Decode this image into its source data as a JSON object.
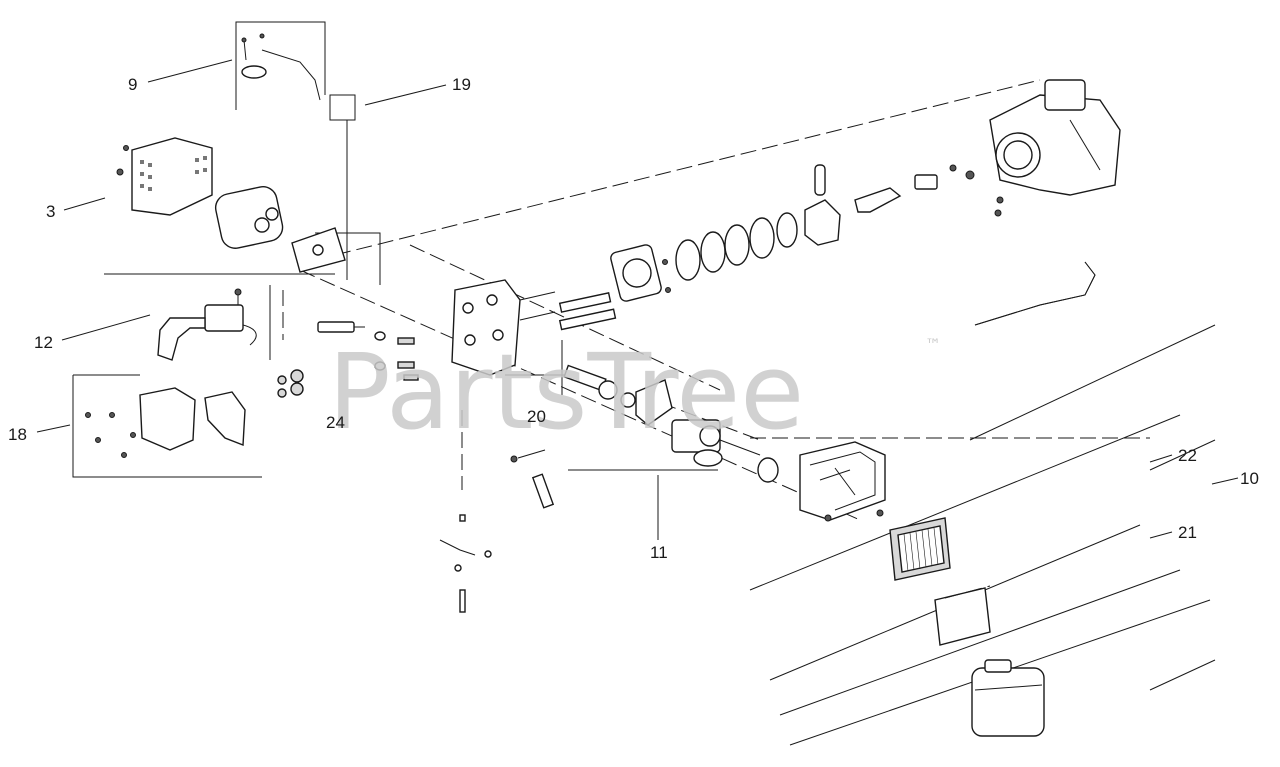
{
  "watermark": {
    "brand": "PartsTree",
    "trademark": "™"
  },
  "callouts": [
    {
      "id": "c9",
      "label": "9"
    },
    {
      "id": "c19",
      "label": "19"
    },
    {
      "id": "c3",
      "label": "3"
    },
    {
      "id": "c12",
      "label": "12"
    },
    {
      "id": "c18",
      "label": "18"
    },
    {
      "id": "c24",
      "label": "24"
    },
    {
      "id": "c20",
      "label": "20"
    },
    {
      "id": "c11",
      "label": "11"
    },
    {
      "id": "c22",
      "label": "22"
    },
    {
      "id": "c10",
      "label": "10"
    },
    {
      "id": "c21",
      "label": "21"
    }
  ],
  "colors": {
    "line": "#1a1a1a",
    "watermark": "#c9c9c9",
    "background": "#ffffff"
  }
}
